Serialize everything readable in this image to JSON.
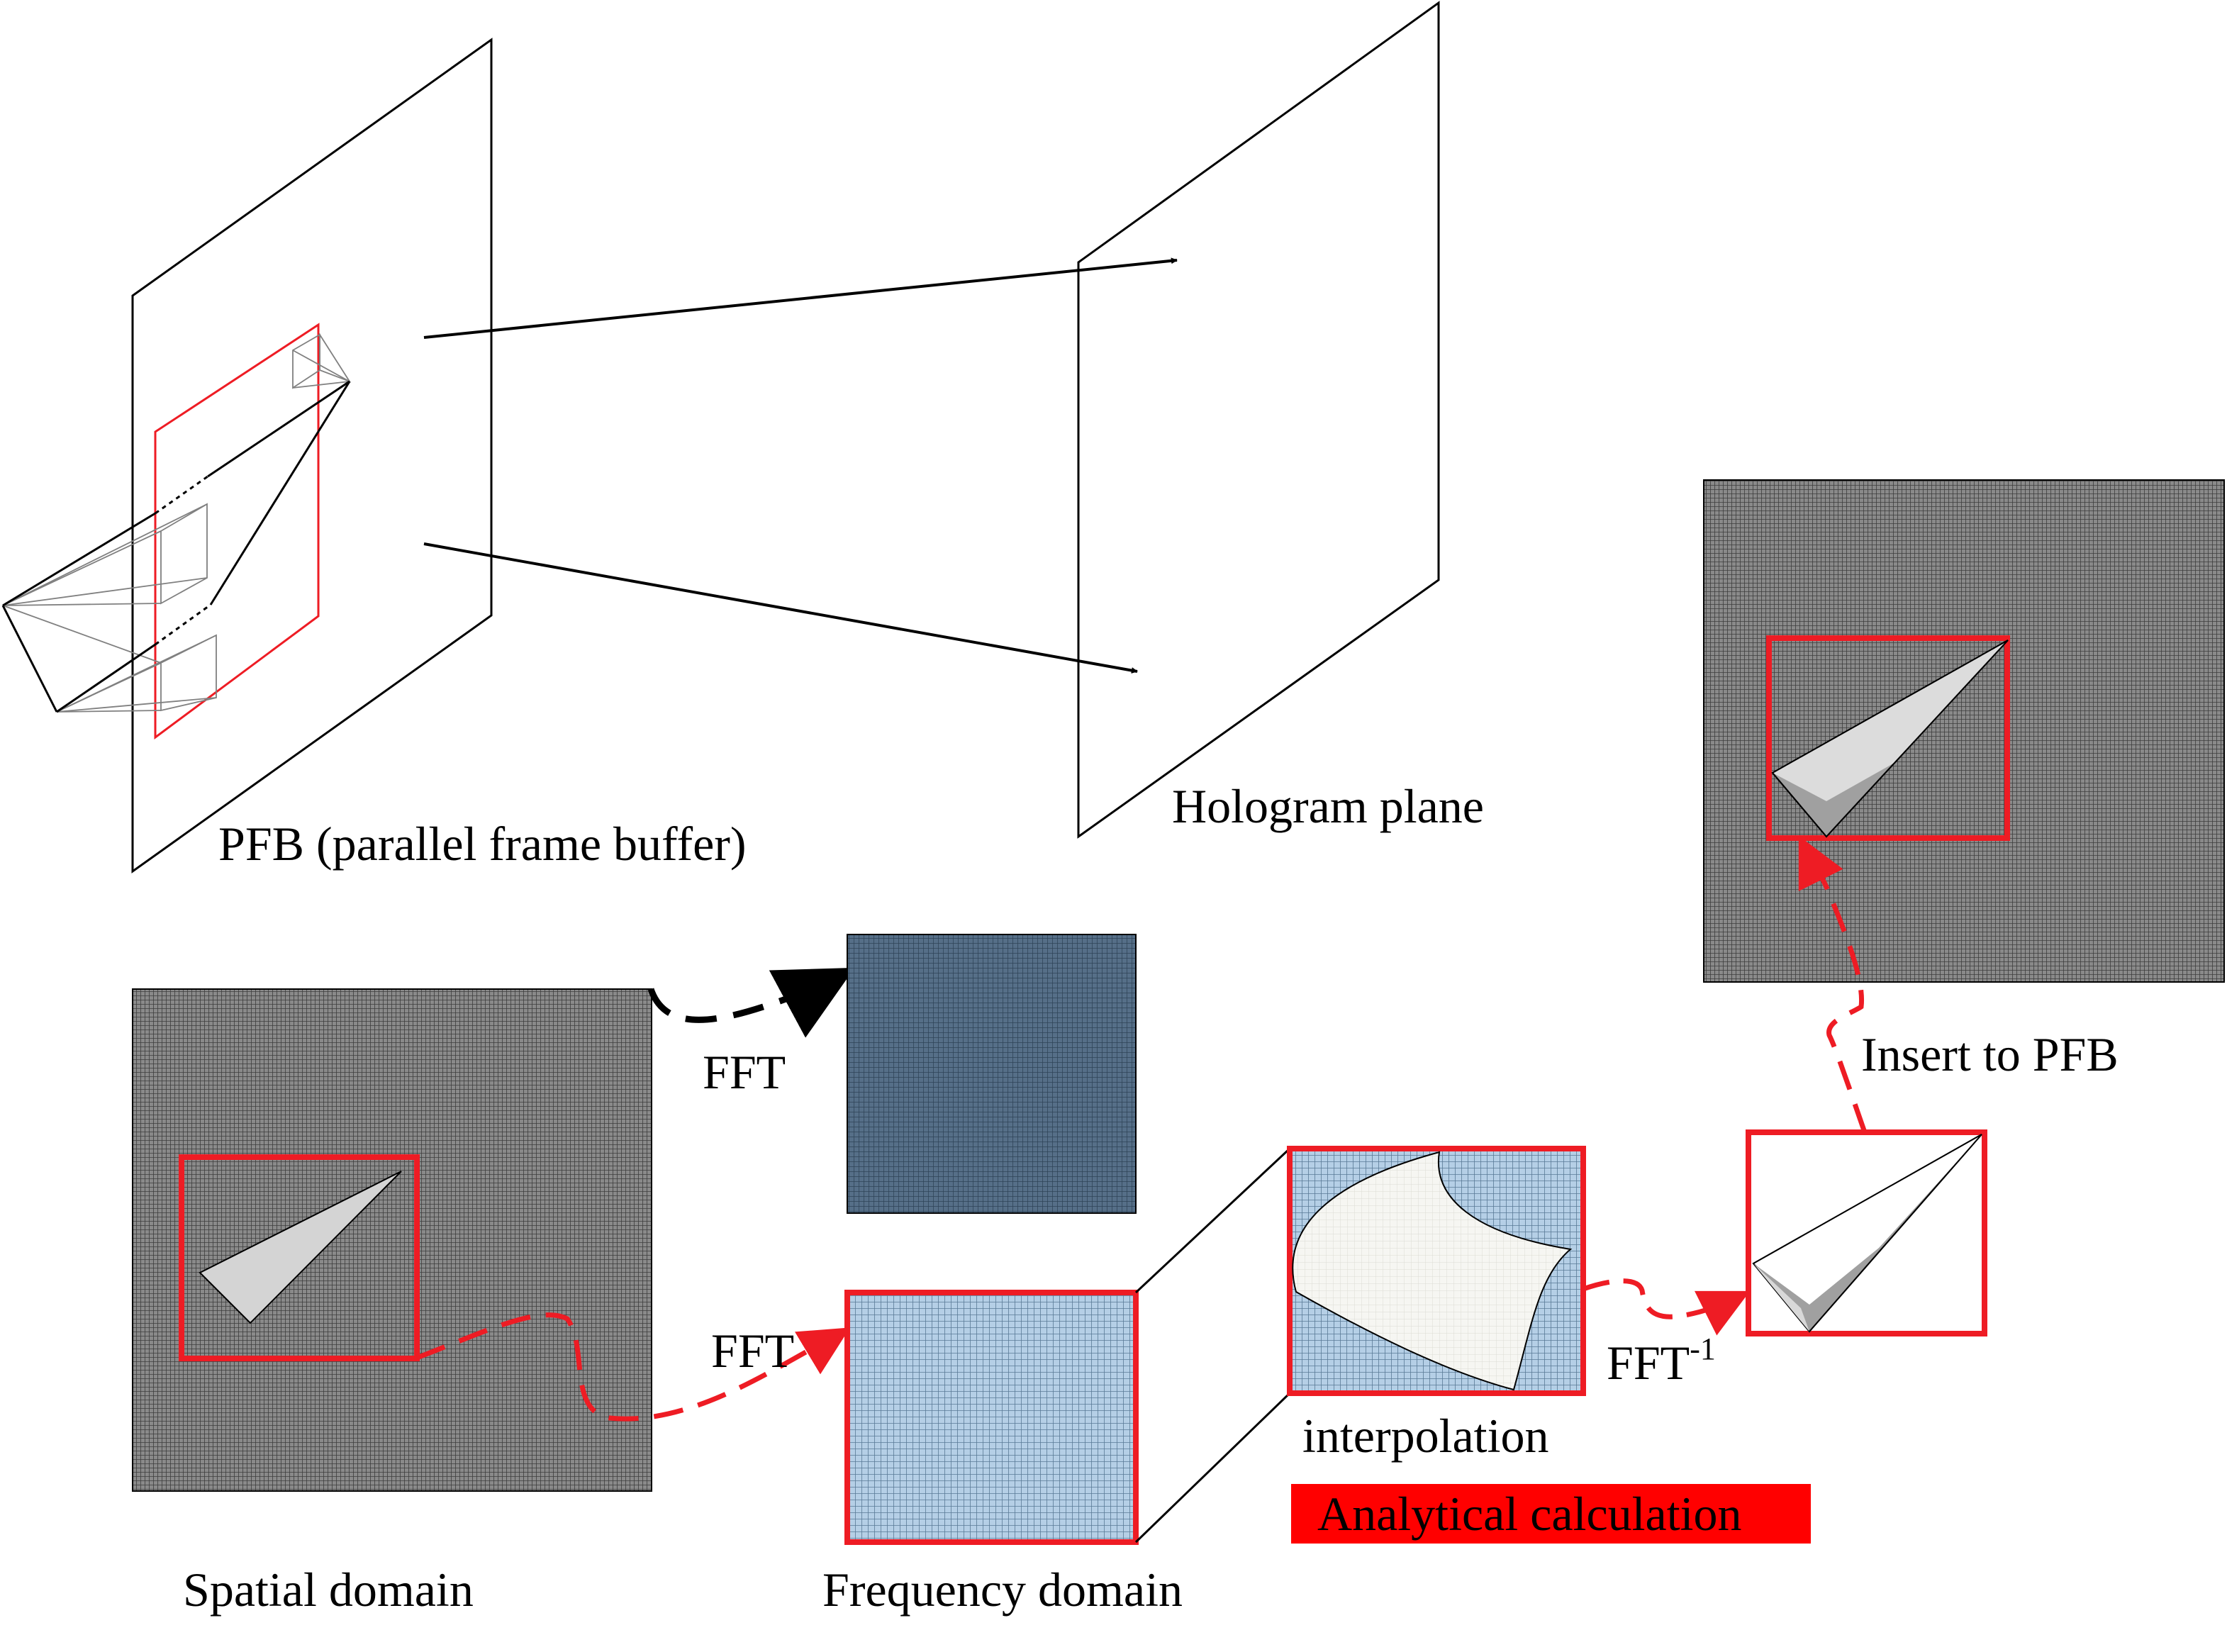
{
  "diagram": {
    "top": {
      "pfb_label": "PFB (parallel frame buffer)",
      "hologram_label": "Hologram plane"
    },
    "bottom": {
      "spatial_label": "Spatial domain",
      "frequency_label": "Frequency domain",
      "fft_top_label": "FFT",
      "fft_mid_label": "FFT",
      "ifft_label": "FFT",
      "ifft_superscript": "-1",
      "interpolation_label": "interpolation",
      "analytical_label": "Analytical calculation",
      "insert_label": "Insert to PFB"
    },
    "colors": {
      "highlight_red": "#ee1c24",
      "banner_red": "#ff0000",
      "gray_fill": "#7a7a7a",
      "navy_fill": "#4f6b86",
      "light_blue_fill": "#a7c3dc",
      "patch_fill": "#f4f4f0",
      "triangle_fill": "#dcdcdc",
      "shadow_fill": "#a0a0a0"
    }
  }
}
